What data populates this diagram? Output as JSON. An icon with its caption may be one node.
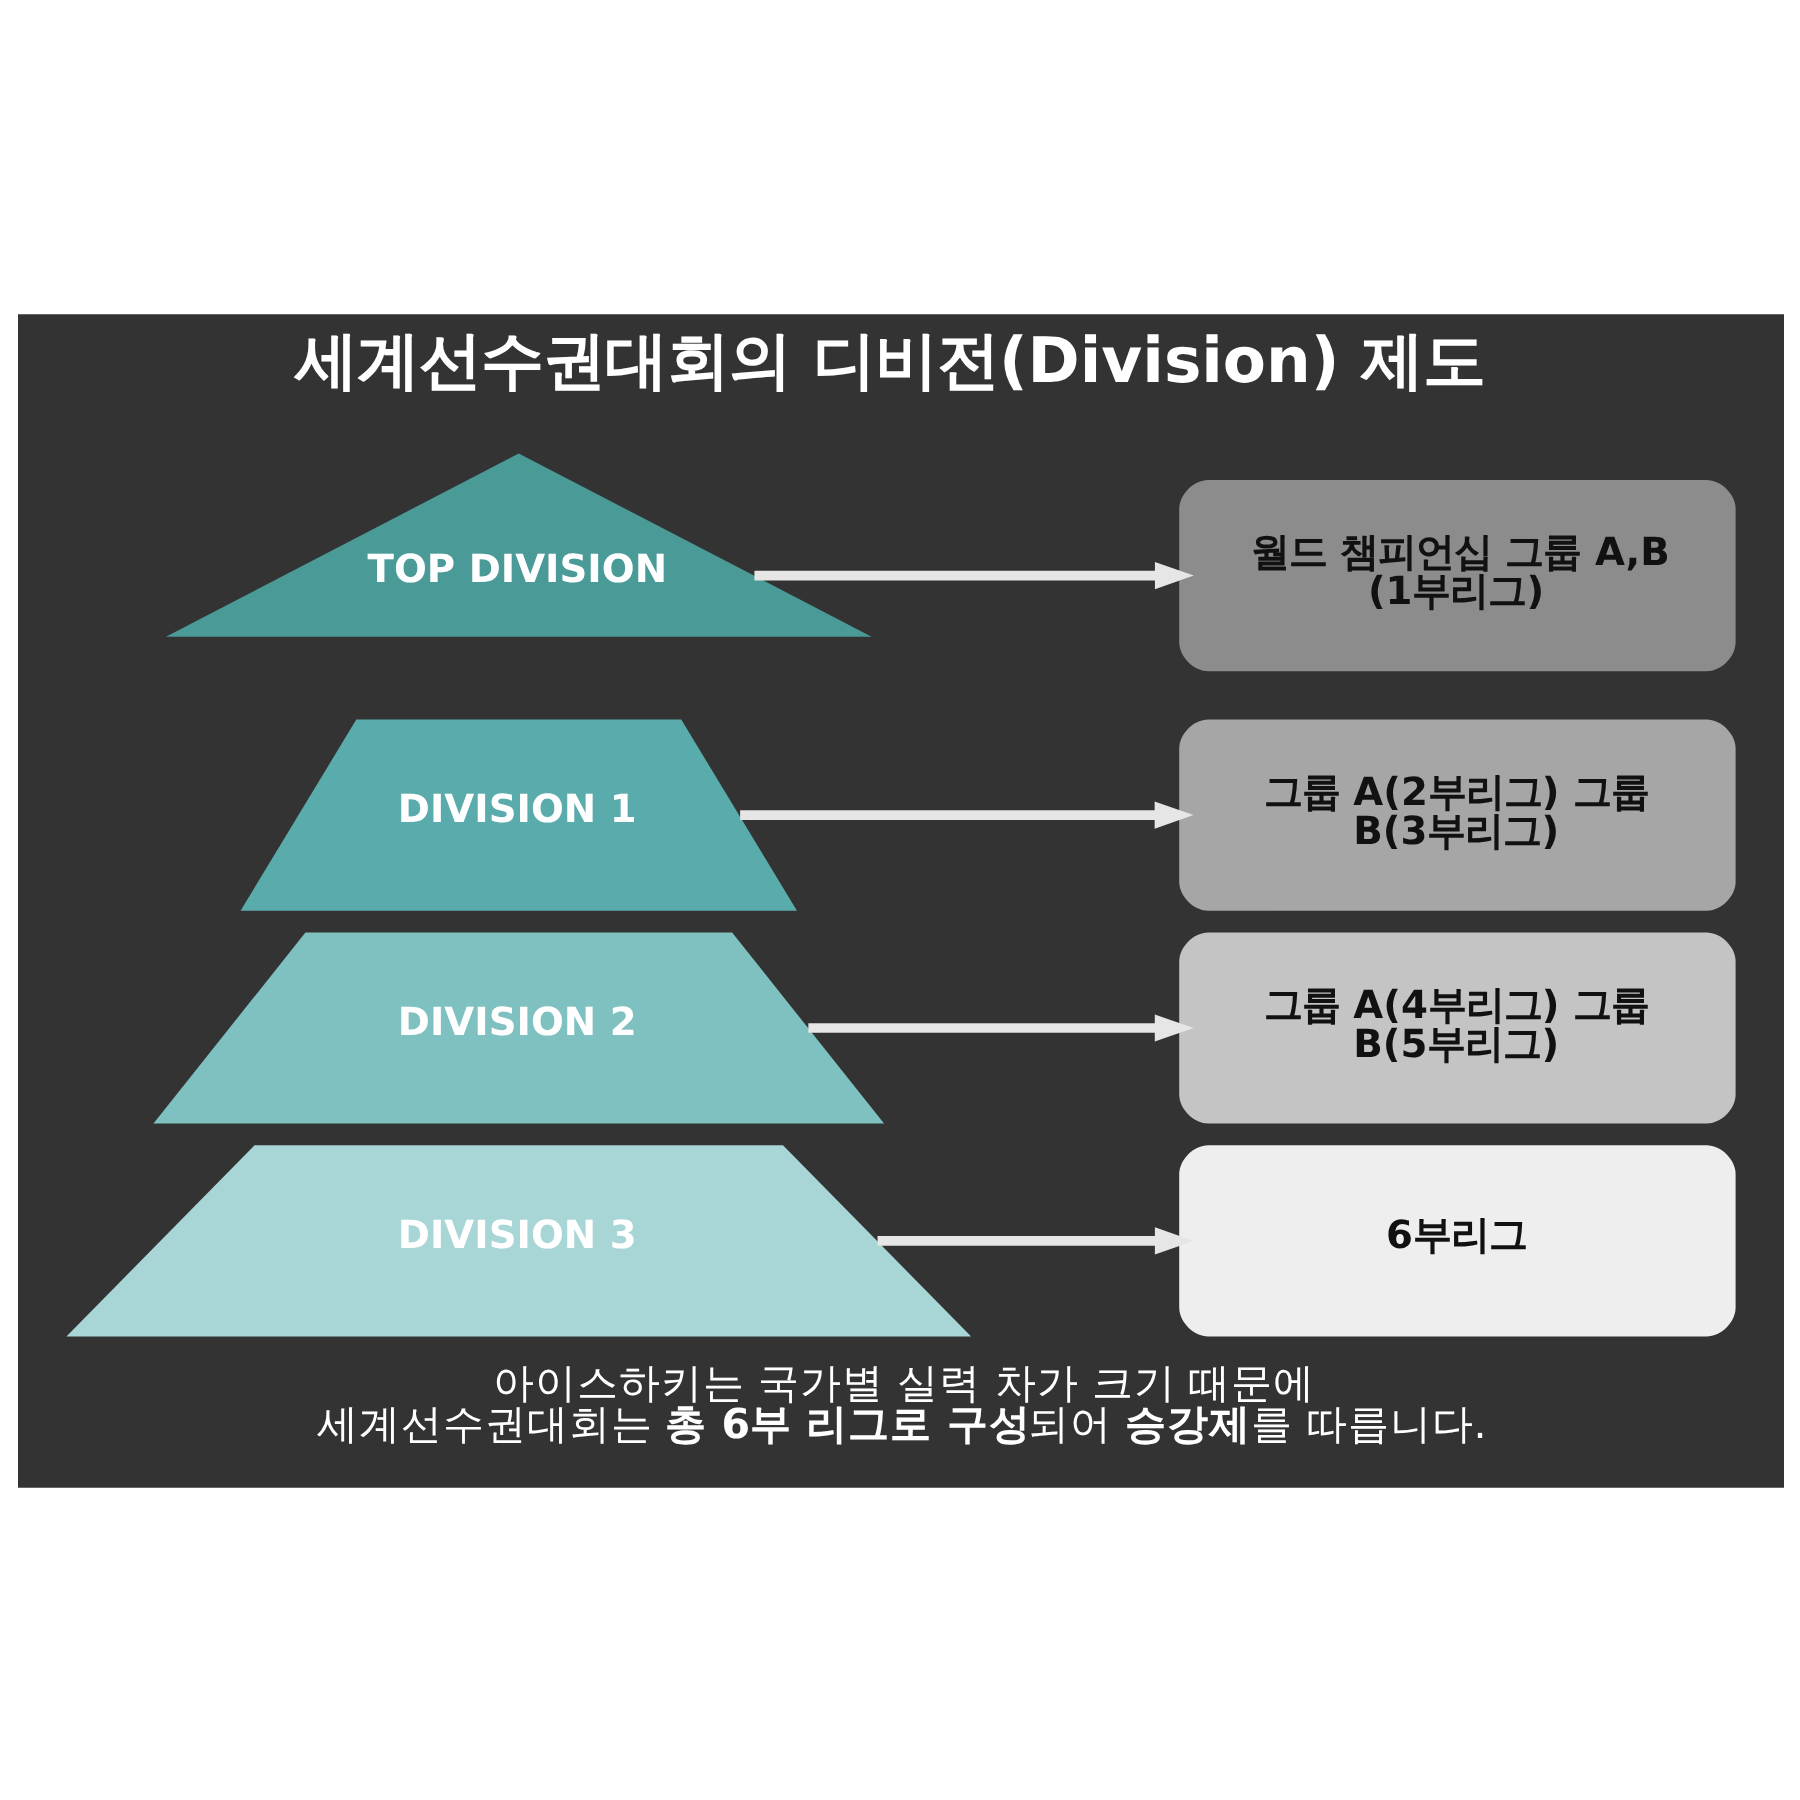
{
  "diagram": {
    "title": "세계선수권대회의 디비전(Division) 제도",
    "caption": "아이스하키는 국가별 실력 차가 크기 때문에 세계선수권대회는 **총 6부 리그로 구성**되어 **승강제**를 따릅니다.",
    "nodes": [
      {
        "text": [
          "TOP DIVISION"
        ]
      },
      {
        "text": [
          "DIVISION 1"
        ]
      },
      {
        "text": [
          "DIVISION 2"
        ]
      },
      {
        "text": [
          "DIVISION 3"
        ]
      },
      {
        "text": [
          "월드 챔피언십 그룹 A,B (1부리그)"
        ]
      },
      {
        "text": [
          "그룹 A(2부리그) 그룹 B(3부리그)"
        ]
      },
      {
        "text": [
          "그룹 A(4부리그) 그룹 B(5부리그)"
        ]
      },
      {
        "text": [
          "6부리그"
        ]
      }
    ],
    "edges": [
      {
        "from": 0,
        "to": 4,
        "arrow": "to"
      },
      {
        "from": 1,
        "to": 5,
        "arrow": "to"
      },
      {
        "from": 2,
        "to": 6,
        "arrow": "to"
      },
      {
        "from": 3,
        "to": 7,
        "arrow": "to"
      }
    ]
  }
}
